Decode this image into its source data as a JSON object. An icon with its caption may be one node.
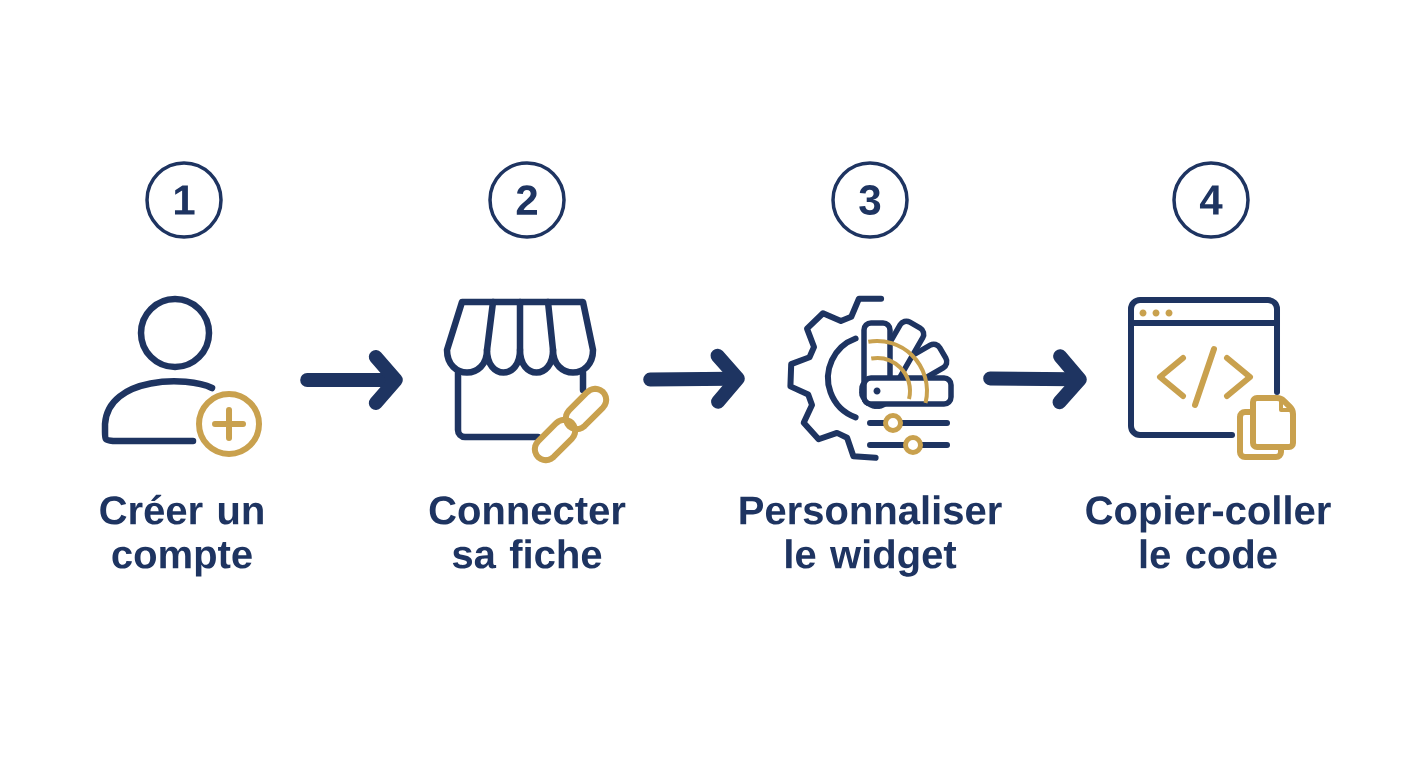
{
  "diagram": {
    "nodes": [
      {
        "text": [
          "1"
        ]
      },
      {
        "text": [],
        "shape": "picture",
        "beside": [
          "Créer un compte"
        ]
      },
      {
        "text": [
          "2"
        ]
      },
      {
        "text": [],
        "shape": "picture",
        "beside": [
          "Connecter sa fiche"
        ]
      },
      {
        "text": [
          "3"
        ]
      },
      {
        "text": [],
        "shape": "picture",
        "beside": [
          "Personnaliser le widget"
        ]
      },
      {
        "text": [
          "4"
        ]
      },
      {
        "text": [],
        "shape": "picture",
        "beside": [
          "Copier-coller le code"
        ]
      }
    ],
    "edges": [
      {
        "from": 1,
        "to": 3,
        "arrow": "to"
      },
      {
        "from": 3,
        "to": 5,
        "arrow": "to"
      },
      {
        "from": 5,
        "to": 7,
        "arrow": "to"
      }
    ]
  }
}
